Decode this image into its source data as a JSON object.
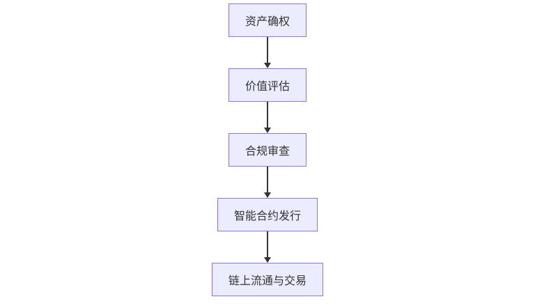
{
  "flowchart": {
    "type": "vertical-flowchart",
    "direction": "top-down",
    "nodes": [
      {
        "id": "A",
        "label": "资产确权"
      },
      {
        "id": "B",
        "label": "价值评估"
      },
      {
        "id": "C",
        "label": "合规审查"
      },
      {
        "id": "D",
        "label": "智能合约发行"
      },
      {
        "id": "E",
        "label": "链上流通与交易"
      }
    ],
    "edges": [
      {
        "from": "A",
        "to": "B"
      },
      {
        "from": "B",
        "to": "C"
      },
      {
        "from": "C",
        "to": "D"
      },
      {
        "from": "D",
        "to": "E"
      }
    ],
    "colors": {
      "canvas_bg": "#ffffff",
      "node_fill": "#ECECFF",
      "node_border": "#9370DB",
      "arrow": "#333333",
      "text": "#333333"
    }
  }
}
